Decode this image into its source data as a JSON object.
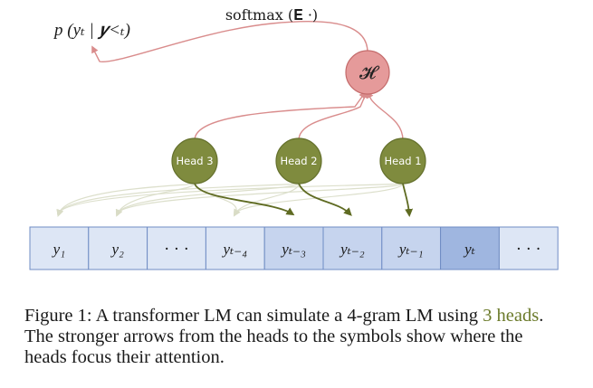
{
  "diagram": {
    "output_label": "p (yₜ | 𝒚<ₜ)",
    "softmax_label": "softmax (𝐄 ·)",
    "combine_node": "𝓗",
    "heads": [
      "Head 3",
      "Head 2",
      "Head 1"
    ],
    "tokens": [
      {
        "label": "y₁",
        "state": "normal"
      },
      {
        "label": "y₂",
        "state": "normal"
      },
      {
        "label": "· · ·",
        "state": "normal"
      },
      {
        "label": "yₜ₋₄",
        "state": "normal"
      },
      {
        "label": "yₜ₋₃",
        "state": "attended"
      },
      {
        "label": "yₜ₋₂",
        "state": "attended"
      },
      {
        "label": "yₜ₋₁",
        "state": "attended"
      },
      {
        "label": "yₜ",
        "state": "current"
      },
      {
        "label": "· · ·",
        "state": "normal"
      }
    ],
    "colors": {
      "token_normal": "#dde6f5",
      "token_attended": "#c6d4ee",
      "token_current": "#9fb6e0",
      "token_border": "#6f8cc4",
      "head_fill": "#7f8b3e",
      "head_stroke": "#64702c",
      "combine_fill": "#e59a9a",
      "combine_stroke": "#c46b6b",
      "red_arrow": "#d98c8c",
      "strong_arrow": "#5f6b22",
      "faint_arrow": "#d9dcc6"
    }
  },
  "caption": {
    "part1": "Figure 1: A transformer LM can simulate a 4-gram LM using ",
    "highlight": "3 heads",
    "part2": ". The stronger arrows from the heads to the symbols show where the heads focus their attention."
  }
}
